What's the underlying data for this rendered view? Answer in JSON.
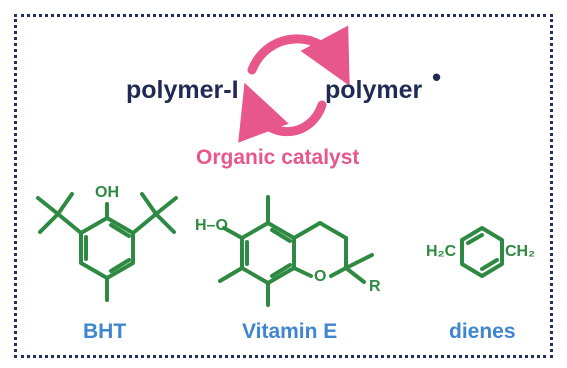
{
  "cycle": {
    "left_species": "polymer-I",
    "right_species": "polymer",
    "radical_dot": "•",
    "catalyst_label": "Organic catalyst",
    "arrow_color": "#e8578b"
  },
  "molecules": [
    {
      "name": "BHT",
      "atoms": {
        "oh": "OH"
      }
    },
    {
      "name": "Vitamin E",
      "atoms": {
        "ho": "H–O",
        "o": "O",
        "r": "R"
      }
    },
    {
      "name": "dienes",
      "atoms": {
        "h2c": "H₂C",
        "ch2": "CH₂"
      }
    }
  ],
  "colors": {
    "border": "#23305e",
    "species_text": "#1f2a55",
    "catalyst_text": "#e8578b",
    "name_text": "#3f86cf",
    "bond": "#2e8a42"
  }
}
